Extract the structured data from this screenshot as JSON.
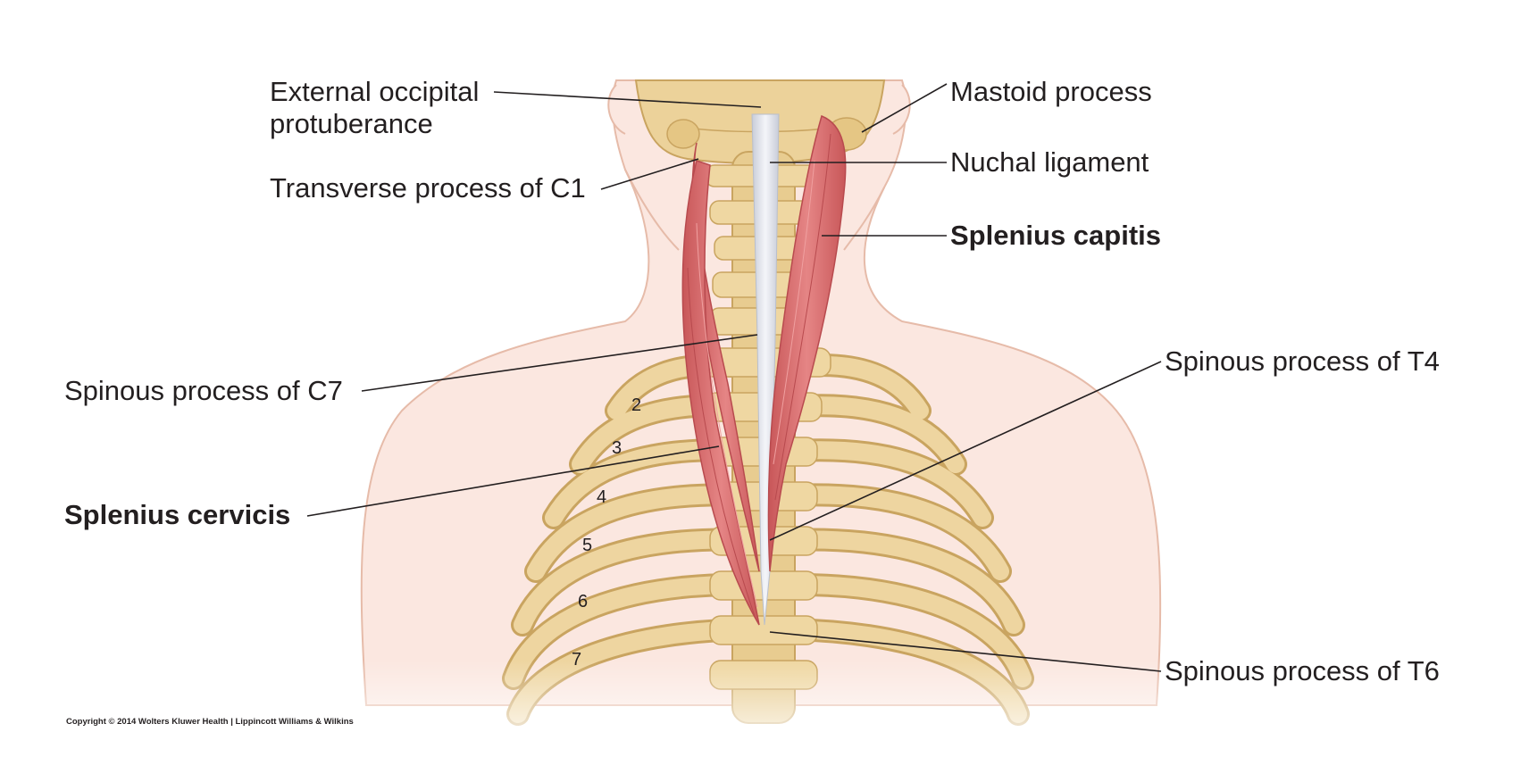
{
  "labels": {
    "external_occipital_line1": "External occipital",
    "external_occipital_line2": "protuberance",
    "transverse_c1": "Transverse process of C1",
    "spinous_c7": "Spinous process of C7",
    "splenius_cervicis": "Splenius cervicis",
    "mastoid": "Mastoid process",
    "nuchal": "Nuchal ligament",
    "splenius_capitis": "Splenius capitis",
    "spinous_t4": "Spinous process of T4",
    "spinous_t6": "Spinous process of T6"
  },
  "rib_numbers": [
    "2",
    "3",
    "4",
    "5",
    "6",
    "7"
  ],
  "copyright": "Copyright © 2014 Wolters Kluwer Health | Lippincott Williams & Wilkins",
  "colors": {
    "skin": "#fbe6df",
    "skin_outline": "#e9bfae",
    "bone": "#ecd29a",
    "bone_shadow": "#c9a460",
    "muscle": "#d9696a",
    "muscle_dark": "#b84a4e",
    "ligament": "#dfe3ec",
    "leader": "#231f20",
    "text": "#231f20"
  }
}
